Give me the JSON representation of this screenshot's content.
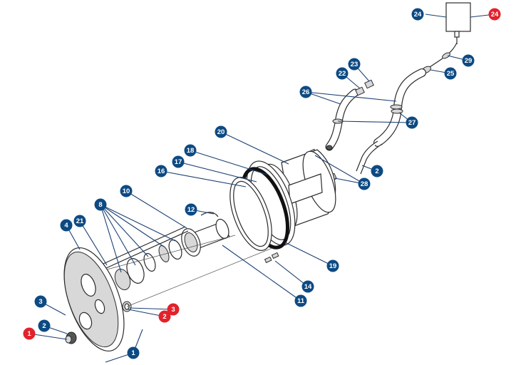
{
  "colors": {
    "blue_badge": "#0d4a82",
    "red_badge": "#e2222b",
    "line": "#2b2b2b"
  },
  "callouts": [
    {
      "label": "24",
      "color": "blue"
    },
    {
      "label": "24",
      "color": "red"
    },
    {
      "label": "29",
      "color": "blue"
    },
    {
      "label": "25",
      "color": "blue"
    },
    {
      "label": "23",
      "color": "blue"
    },
    {
      "label": "22",
      "color": "blue"
    },
    {
      "label": "26",
      "color": "blue"
    },
    {
      "label": "27",
      "color": "blue"
    },
    {
      "label": "20",
      "color": "blue"
    },
    {
      "label": "2",
      "color": "blue"
    },
    {
      "label": "18",
      "color": "blue"
    },
    {
      "label": "17",
      "color": "blue"
    },
    {
      "label": "16",
      "color": "blue"
    },
    {
      "label": "28",
      "color": "blue"
    },
    {
      "label": "10",
      "color": "blue"
    },
    {
      "label": "12",
      "color": "blue"
    },
    {
      "label": "8",
      "color": "blue"
    },
    {
      "label": "21",
      "color": "blue"
    },
    {
      "label": "4",
      "color": "blue"
    },
    {
      "label": "19",
      "color": "blue"
    },
    {
      "label": "14",
      "color": "blue"
    },
    {
      "label": "11",
      "color": "blue"
    },
    {
      "label": "3",
      "color": "blue"
    },
    {
      "label": "3",
      "color": "red"
    },
    {
      "label": "2",
      "color": "red"
    },
    {
      "label": "2",
      "color": "blue"
    },
    {
      "label": "1",
      "color": "red"
    },
    {
      "label": "1",
      "color": "blue"
    }
  ]
}
